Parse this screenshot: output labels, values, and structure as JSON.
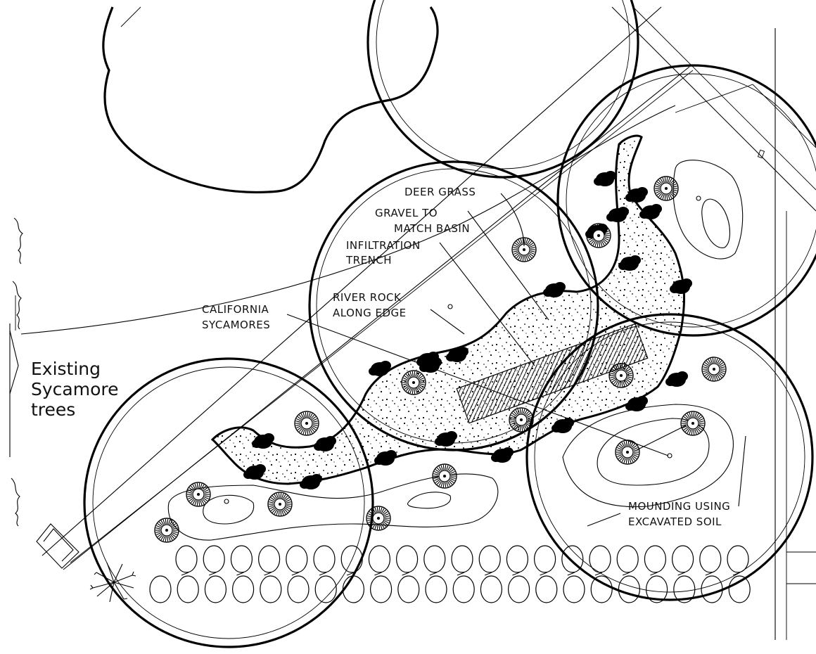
{
  "labels": {
    "deer_grass": "DEER GRASS",
    "gravel_line1": "GRAVEL TO",
    "gravel_line2": "MATCH BASIN",
    "infiltration_line1": "INFILTRATION",
    "infiltration_line2": "TRENCH",
    "river_rock_line1": "RIVER ROCK",
    "river_rock_line2": "ALONG EDGE",
    "california_line1": "CALIFORNIA",
    "california_line2": "SYCAMORES",
    "mounding_line1": "MOUNDING USING",
    "mounding_line2": "EXCAVATED SOIL",
    "existing_line1": "Existing",
    "existing_line2": "Sycamore",
    "existing_line3": "trees"
  },
  "icons": {
    "canopy": "tree-canopy-circle-icon",
    "deer_grass": "deer-grass-symbol-icon",
    "river_rock": "river-rock-icon",
    "shrub": "shrub-oval-icon",
    "palm": "palm-icon"
  },
  "colors": {
    "ink": "#000000",
    "paper": "#ffffff"
  }
}
